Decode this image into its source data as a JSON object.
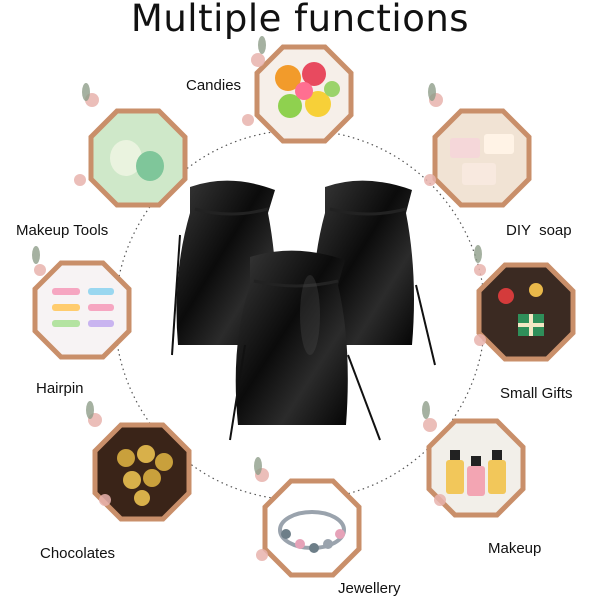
{
  "title": "Multiple functions",
  "colors": {
    "frame": "#c98f6a",
    "leaf": "#8e9e8a",
    "flower": "#e8b3ad",
    "bag": "#111111",
    "dotted_ring": "#555555"
  },
  "uses": [
    {
      "id": "candies",
      "label": "Candies",
      "icon": "candy-icon"
    },
    {
      "id": "makeup-tools",
      "label": "Makeup Tools",
      "icon": "makeup-sponge-icon"
    },
    {
      "id": "diy-soap",
      "label": "DIY  soap",
      "icon": "soap-icon"
    },
    {
      "id": "hairpin",
      "label": "Hairpin",
      "icon": "hairpin-icon"
    },
    {
      "id": "small-gifts",
      "label": "Small Gifts",
      "icon": "gift-icon"
    },
    {
      "id": "chocolates",
      "label": "Chocolates",
      "icon": "chocolate-icon"
    },
    {
      "id": "makeup",
      "label": "Makeup",
      "icon": "perfume-icon"
    },
    {
      "id": "jewellery",
      "label": "Jewellery",
      "icon": "bracelet-icon"
    }
  ]
}
